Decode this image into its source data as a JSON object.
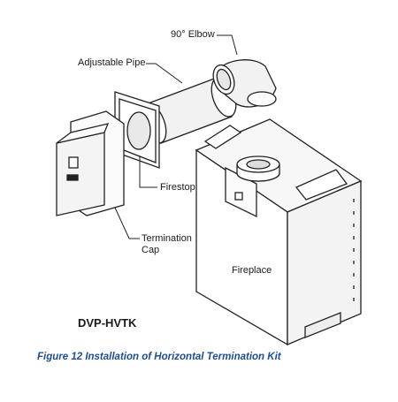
{
  "figure": {
    "caption": "Figure 12 Installation of Horizontal Termination Kit",
    "model": "DVP-HVTK"
  },
  "labels": {
    "elbow": "90° Elbow",
    "pipe": "Adjustable Pipe",
    "firestop": "Firestop",
    "cap_line1": "Termination",
    "cap_line2": "Cap",
    "fireplace": "Fireplace"
  },
  "colors": {
    "caption": "#1f4e8c",
    "line": "#222222",
    "label": "#1a1a1a"
  }
}
